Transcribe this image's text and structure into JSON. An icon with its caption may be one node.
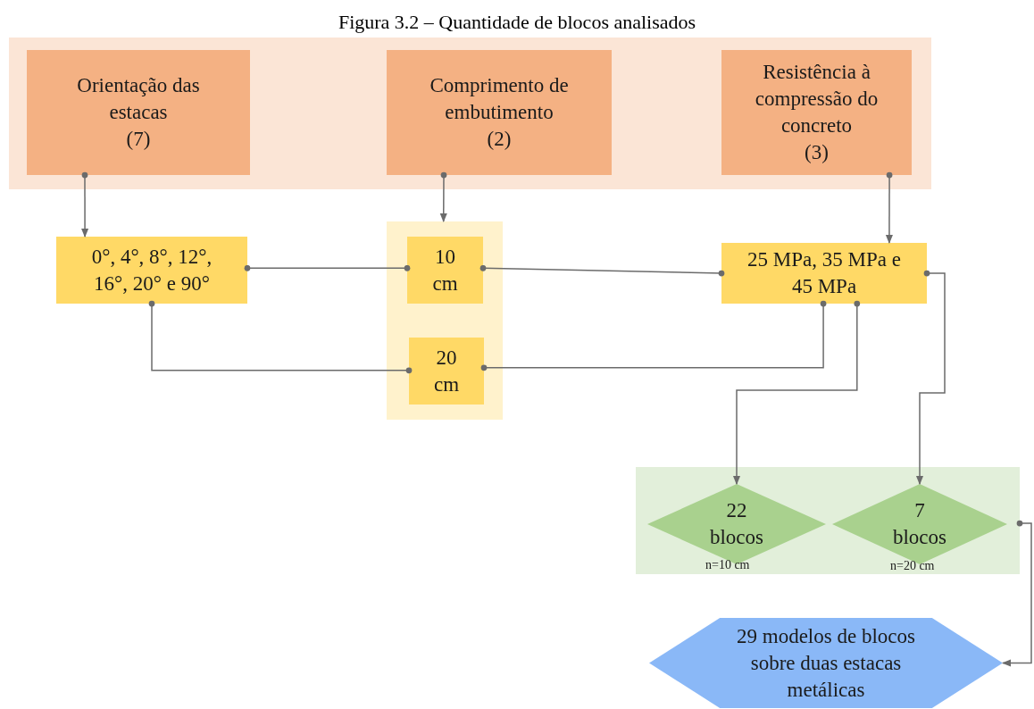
{
  "diagram": {
    "title": "Figura 3.2 – Quantidade de blocos analisados",
    "nodes": [
      {
        "text": [],
        "shape": "box"
      },
      {
        "text": [
          "Orientação das estacas",
          "(7)"
        ],
        "in": 0
      },
      {
        "text": [
          "Comprimento de embutimento",
          "(2)"
        ],
        "in": 0
      },
      {
        "text": [
          "Resistência à compressão do concreto",
          "(3)"
        ],
        "in": 0
      },
      {
        "text": [
          "0°, 4°, 8°, 12°, 16°, 20° e 90°"
        ]
      },
      {
        "text": [],
        "shape": "box"
      },
      {
        "text": [
          "10 cm"
        ],
        "in": 5
      },
      {
        "text": [
          "20 cm"
        ],
        "in": 5
      },
      {
        "text": [
          "25 MPa, 35 MPa e 45 MPa"
        ]
      },
      {
        "text": [],
        "shape": "box"
      },
      {
        "text": [
          "22 blocos"
        ],
        "in": 9,
        "beside": [
          "n=10 cm"
        ]
      },
      {
        "text": [
          "7 blocos"
        ],
        "in": 9,
        "beside": [
          "n=20 cm"
        ]
      },
      {
        "text": [
          "29 modelos de blocos sobre duas estacas metálicas"
        ]
      }
    ],
    "edges": [
      {
        "from": 1,
        "to": 4,
        "arrow": "to"
      },
      {
        "from": 2,
        "to": 5,
        "arrow": "to"
      },
      {
        "from": 3,
        "to": 8,
        "arrow": "to"
      },
      {
        "from": 4,
        "to": 6,
        "arrow": "other"
      },
      {
        "from": 4,
        "to": 7,
        "arrow": "other"
      },
      {
        "from": 6,
        "to": 8,
        "arrow": "other"
      },
      {
        "from": 7,
        "to": 8,
        "arrow": "other"
      },
      {
        "from": 8,
        "to": 10,
        "arrow": "to"
      },
      {
        "from": 8,
        "to": 11,
        "arrow": "to"
      },
      {
        "from": 9,
        "to": 12,
        "arrow": "to"
      }
    ]
  }
}
